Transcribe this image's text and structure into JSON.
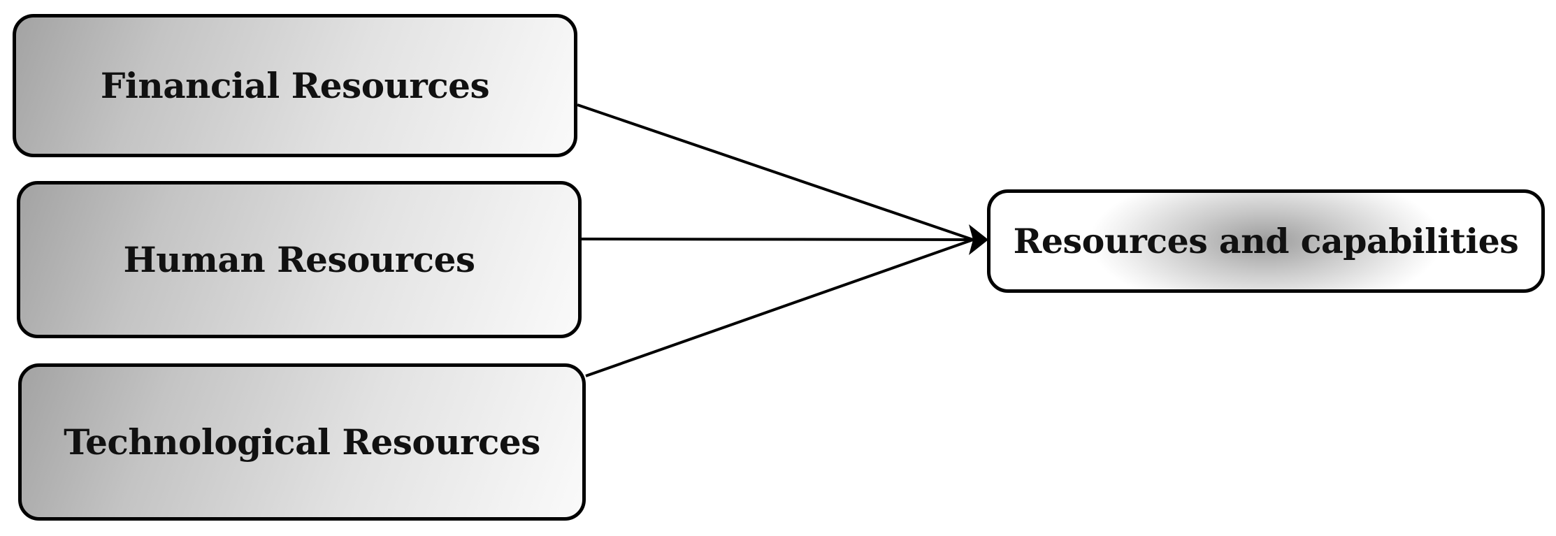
{
  "diagram": {
    "sources": [
      {
        "label": "Financial Resources"
      },
      {
        "label": "Human Resources"
      },
      {
        "label": "Technological Resources"
      }
    ],
    "target": {
      "label": "Resources and capabilities"
    },
    "colors": {
      "stroke": "#000000",
      "box_gradient_dark": "#a3a3a3",
      "box_gradient_light": "#fafafa"
    }
  }
}
